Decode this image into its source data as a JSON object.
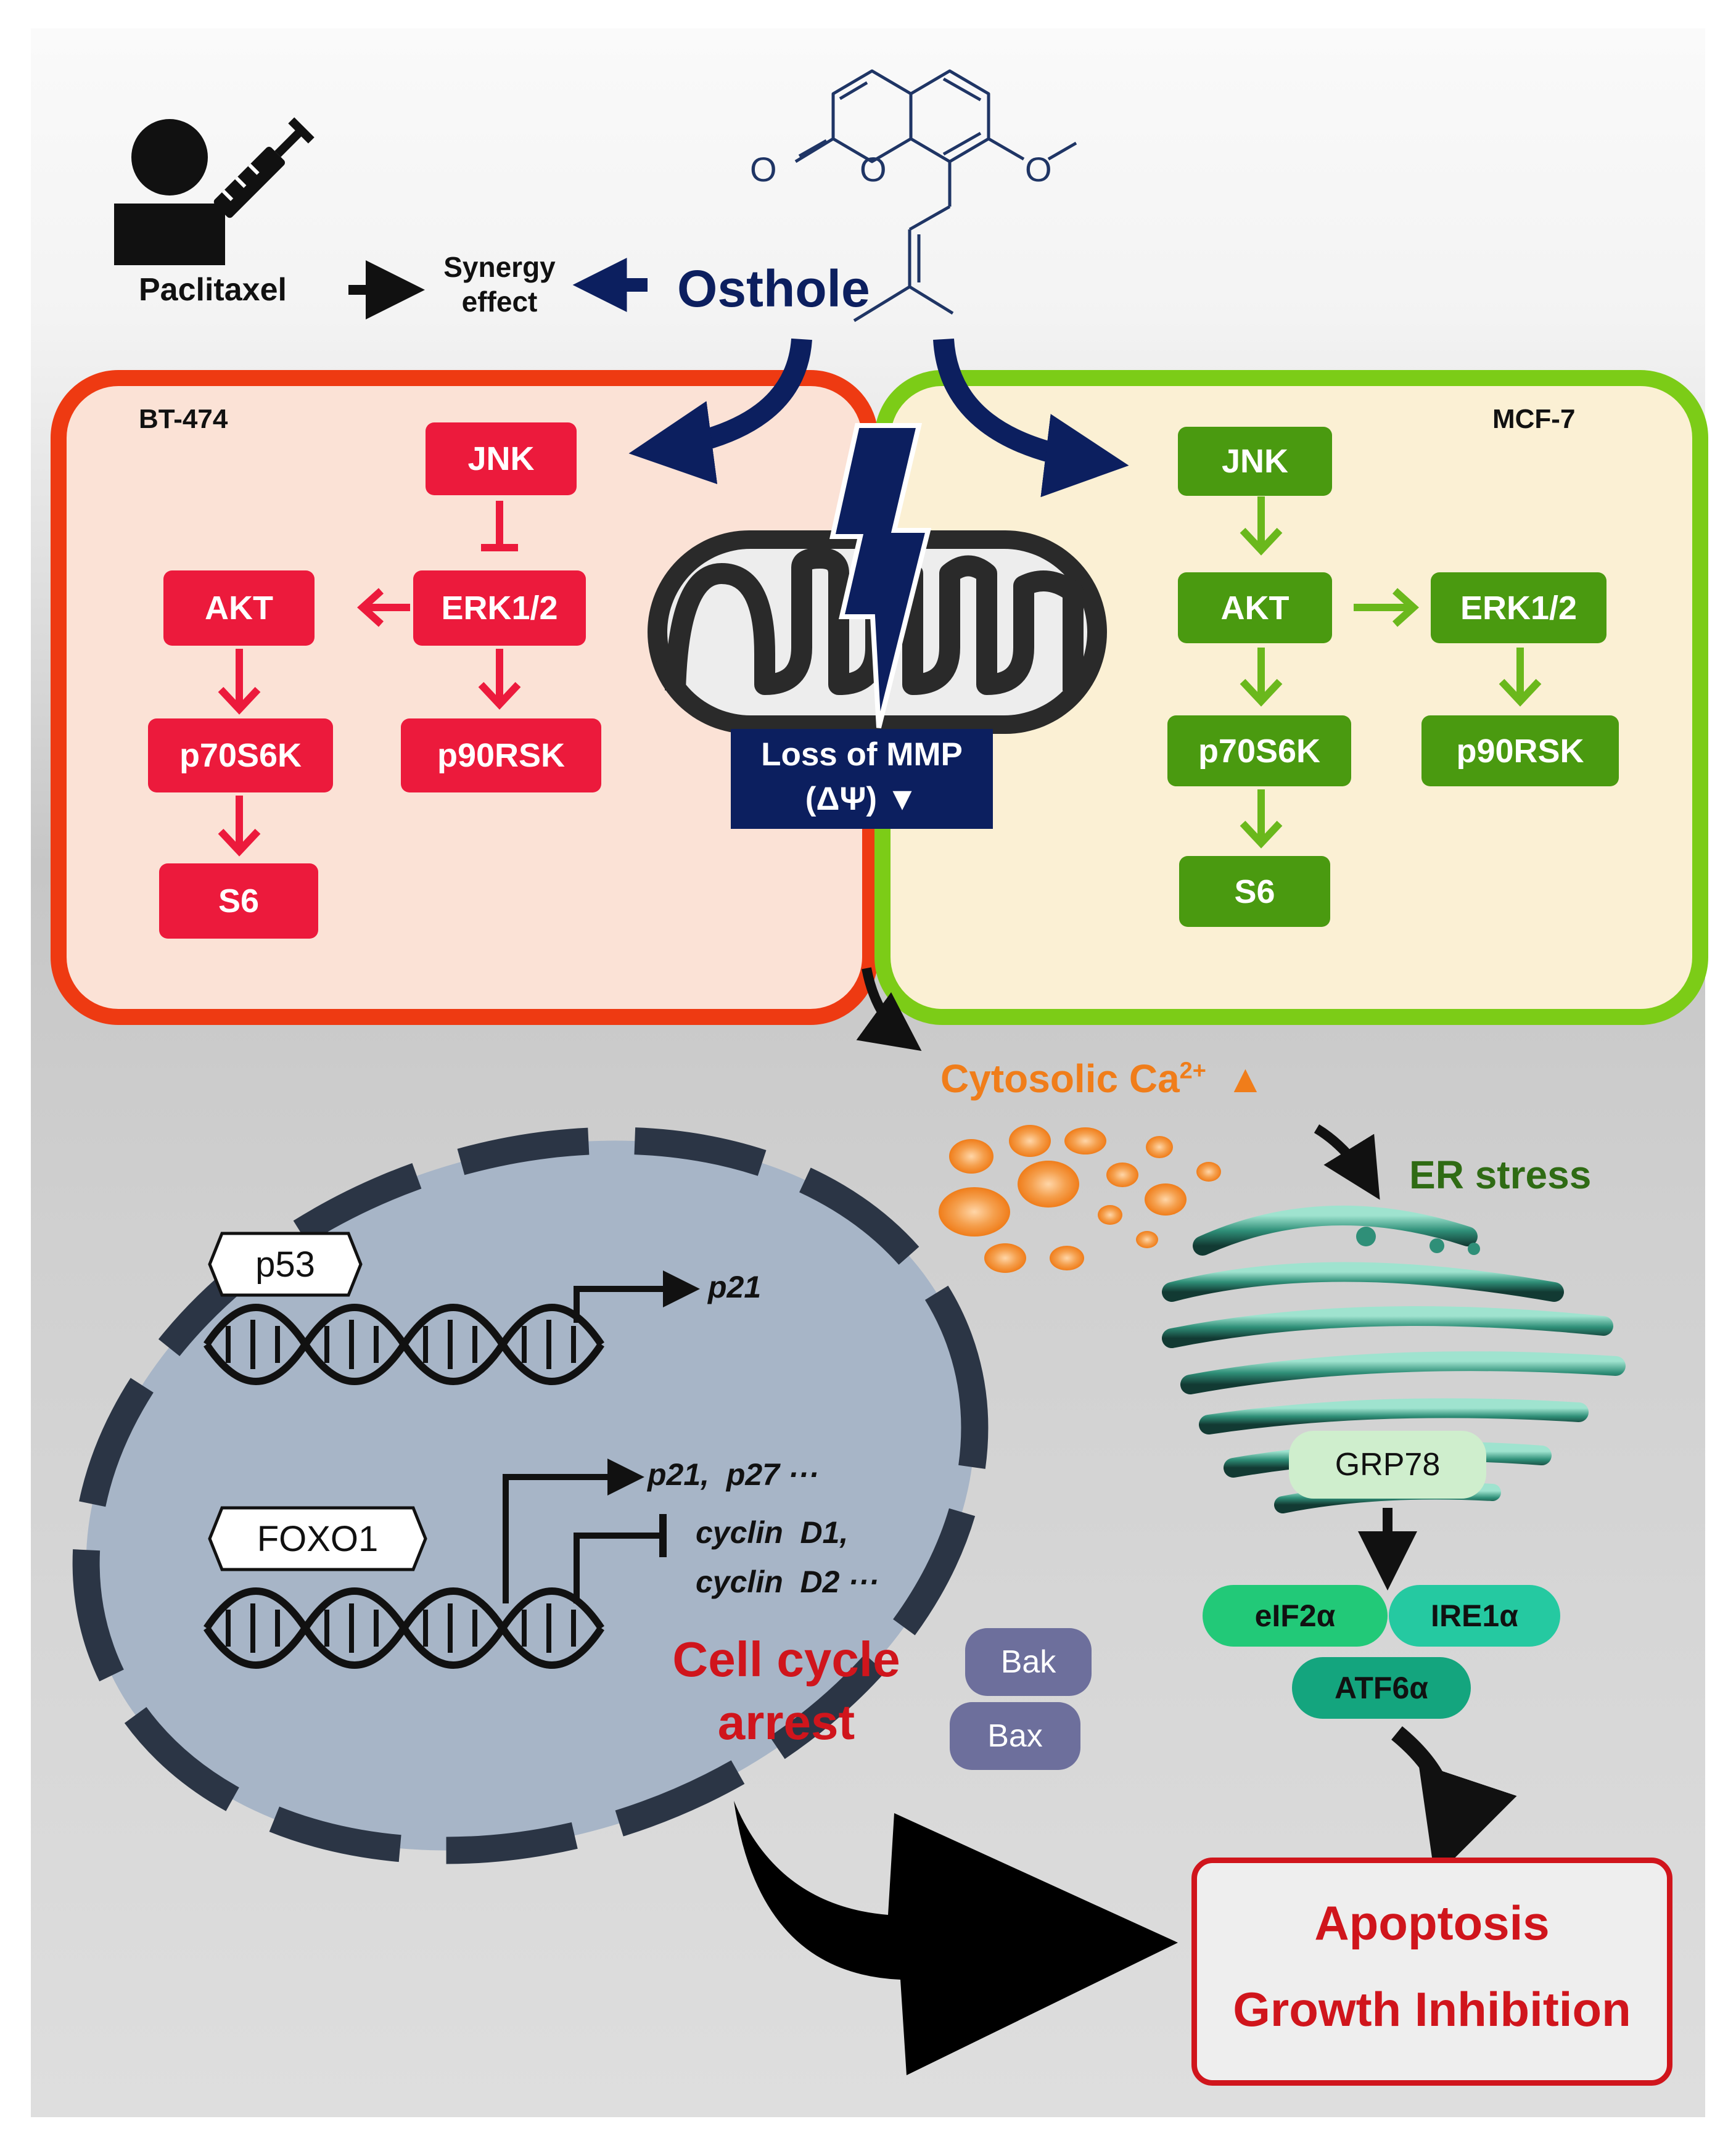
{
  "top": {
    "drug": "Paclitaxel",
    "synergy_line1": "Synergy",
    "synergy_line2": "effect",
    "compound": "Osthole"
  },
  "bt474": {
    "label": "BT-474",
    "jnk": "JNK",
    "erk": "ERK1/2",
    "akt": "AKT",
    "p70": "p70S6K",
    "p90": "p90RSK",
    "s6": "S6"
  },
  "mcf7": {
    "label": "MCF-7",
    "jnk": "JNK",
    "akt": "AKT",
    "erk": "ERK1/2",
    "p70": "p70S6K",
    "p90": "p90RSK",
    "s6": "S6"
  },
  "mito": {
    "line1": "Loss of MMP",
    "line2": "(ΔΨ) ▼"
  },
  "calcium": {
    "text": "Cytosolic Ca",
    "sup": "2+",
    "arrow": "▲"
  },
  "er": {
    "title": "ER stress",
    "grp78": "GRP78",
    "eif2a": "eIF2α",
    "ire1a": "IRE1α",
    "atf6a": "ATF6α"
  },
  "nucleus": {
    "p53": "p53",
    "p21": "p21",
    "foxo1": "FOXO1",
    "p21p27": "p21,  p27 ···",
    "cyclin1": "cyclin  D1,",
    "cyclin2": "cyclin  D2 ···",
    "arrest1": "Cell cycle",
    "arrest2": "arrest"
  },
  "bcl": {
    "bak": "Bak",
    "bax": "Bax"
  },
  "outcome": {
    "line1": "Apoptosis",
    "line2": "Growth Inhibition"
  },
  "colors": {
    "bt474_border": "#ee3a12",
    "mcf7_border": "#7ccc17",
    "red_box": "#ec1a3c",
    "green_box": "#4a9a10",
    "navy": "#0c1f5f",
    "calcium": "#f07d1a",
    "er_title": "#2f6b14",
    "outcome": "#d0151c"
  }
}
